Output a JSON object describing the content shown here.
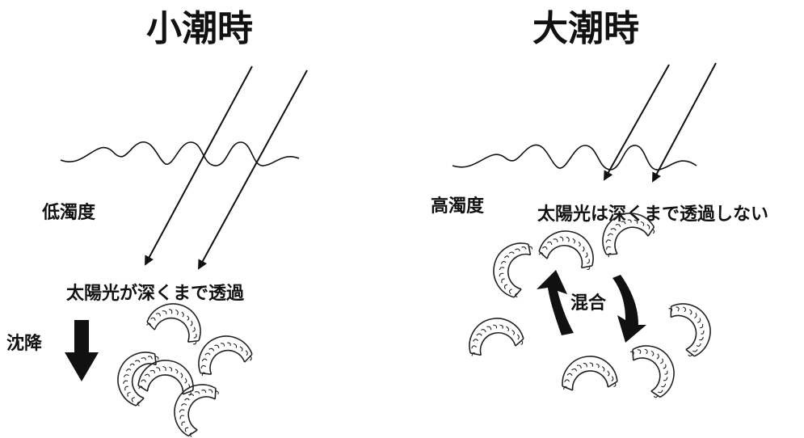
{
  "left_panel": {
    "title": "小潮時",
    "turbidity_label": "低濁度",
    "light_label": "太陽光が深くまで透過",
    "settling_label": "沈降"
  },
  "right_panel": {
    "title": "大潮時",
    "turbidity_label": "高濁度",
    "light_label": "太陽光は深くまで透過しない",
    "mixing_label": "混合"
  },
  "colors": {
    "ink": "#111111",
    "background": "#ffffff"
  }
}
